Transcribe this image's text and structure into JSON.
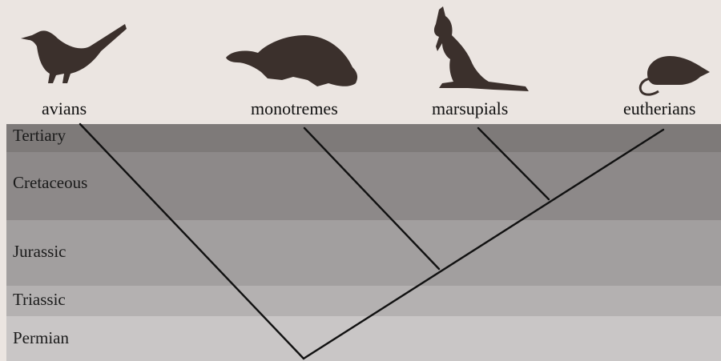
{
  "periods": {
    "tertiary": "Tertiary",
    "cretaceous": "Cretaceous",
    "jurassic": "Jurassic",
    "triassic": "Triassic",
    "permian": "Permian"
  },
  "taxa": {
    "avians": "avians",
    "monotremes": "monotremes",
    "marsupials": "marsupials",
    "eutherians": "eutherians"
  },
  "icons": [
    "bird-icon",
    "platypus-icon",
    "kangaroo-icon",
    "shrew-icon"
  ],
  "colors": {
    "background": "#ebe5e1",
    "tertiary": "#7e7a79",
    "cretaceous": "#8d8989",
    "jurassic": "#a29f9f",
    "triassic": "#b4b1b1",
    "permian": "#c9c6c6",
    "ink": "#111111",
    "silhouette": "#3b302c"
  }
}
